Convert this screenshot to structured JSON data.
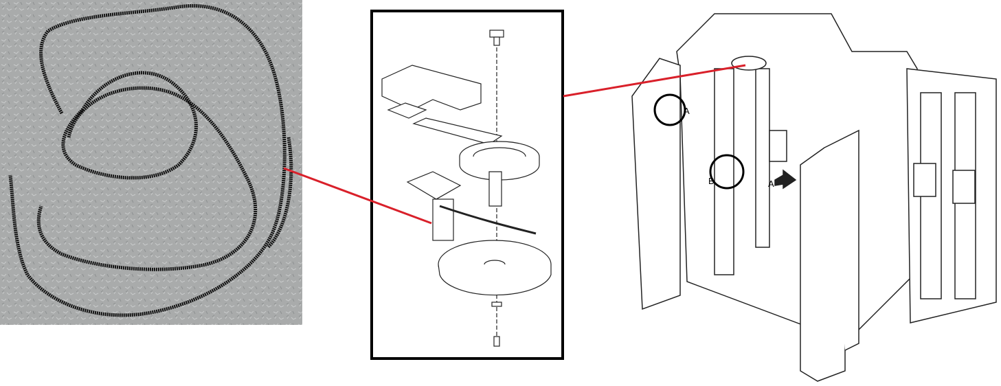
{
  "labels": {
    "callout_a_top": "A",
    "callout_b": "B",
    "callout_a_arrow": "A"
  },
  "colors": {
    "connector": "#d9202a",
    "photo_bg": "#a9abab",
    "belt": "#111111"
  }
}
